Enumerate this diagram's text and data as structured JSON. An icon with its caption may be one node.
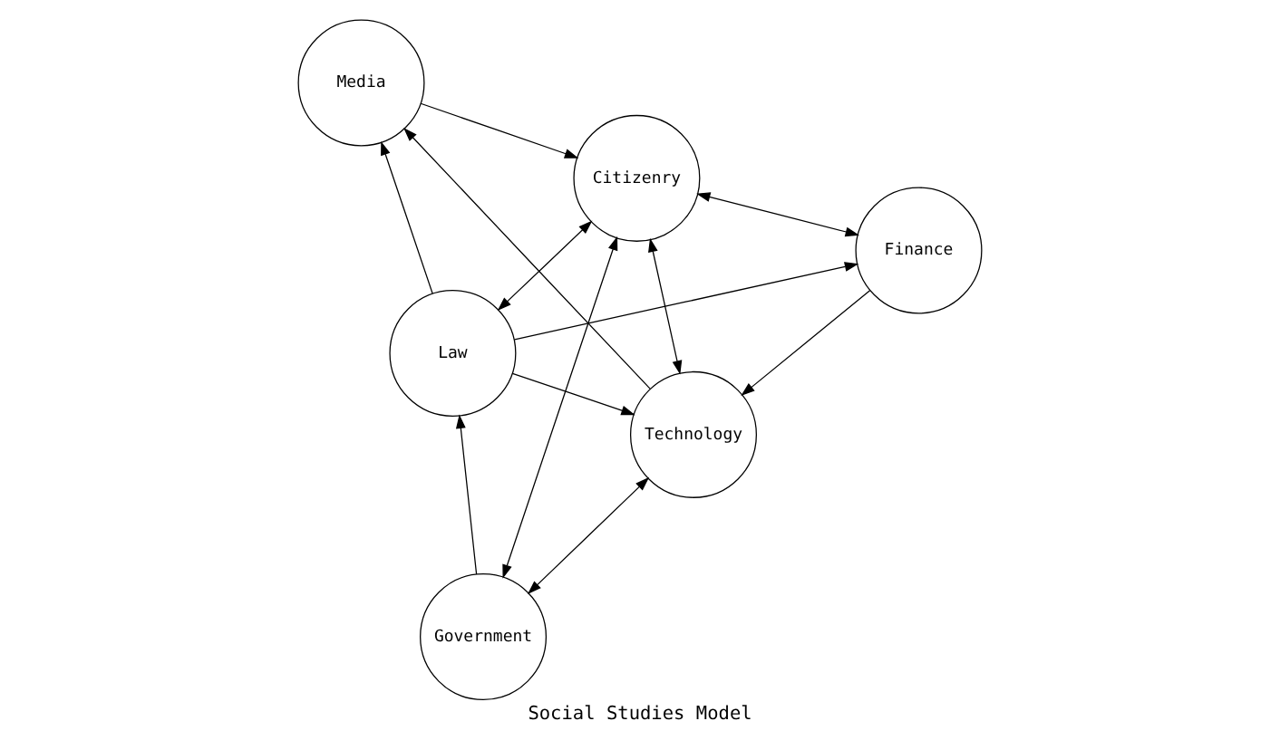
{
  "diagram": {
    "caption": "Social Studies Model",
    "nodes": [
      {
        "text": [
          "Government"
        ]
      },
      {
        "text": [
          "Law"
        ]
      },
      {
        "text": [
          "Technology"
        ]
      },
      {
        "text": [
          "Citizenry"
        ]
      },
      {
        "text": [
          "Finance"
        ]
      },
      {
        "text": [
          "Media"
        ]
      }
    ],
    "edges": [
      {
        "from": 0,
        "to": 1,
        "arrow": "to"
      },
      {
        "from": 0,
        "to": 2,
        "arrow": "both"
      },
      {
        "from": 0,
        "to": 3,
        "arrow": "both"
      },
      {
        "from": 1,
        "to": 3,
        "arrow": "both"
      },
      {
        "from": 1,
        "to": 2,
        "arrow": "to"
      },
      {
        "from": 1,
        "to": 4,
        "arrow": "to"
      },
      {
        "from": 3,
        "to": 2,
        "arrow": "both"
      },
      {
        "from": 3,
        "to": 4,
        "arrow": "both"
      },
      {
        "from": 4,
        "to": 2,
        "arrow": "to"
      },
      {
        "from": 2,
        "to": 5,
        "arrow": "to"
      },
      {
        "from": 1,
        "to": 5,
        "arrow": "to"
      },
      {
        "from": 5,
        "to": 3,
        "arrow": "to"
      }
    ]
  }
}
